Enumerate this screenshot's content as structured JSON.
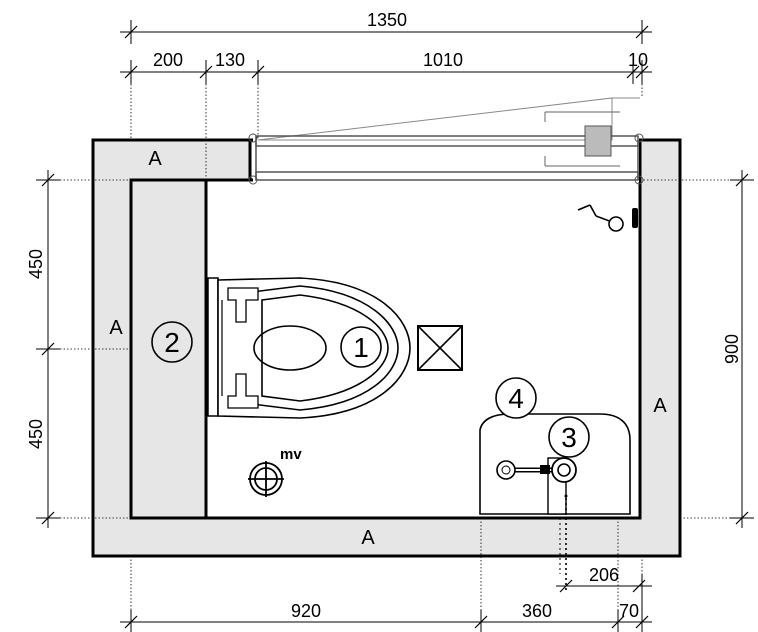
{
  "dimensions": {
    "top_total": "1350",
    "top_seg_1": "200",
    "top_seg_2": "130",
    "top_seg_3": "1010",
    "top_seg_4": "10",
    "left_upper": "450",
    "left_lower": "450",
    "right_total": "900",
    "bottom_seg_1": "920",
    "bottom_seg_2": "360",
    "bottom_seg_3": "70",
    "bottom_inner": "206"
  },
  "labels": {
    "wall_label": "A",
    "toilet": "1",
    "wall_panel": "2",
    "basin_tap": "3",
    "basin": "4",
    "ventilation": "mv"
  }
}
